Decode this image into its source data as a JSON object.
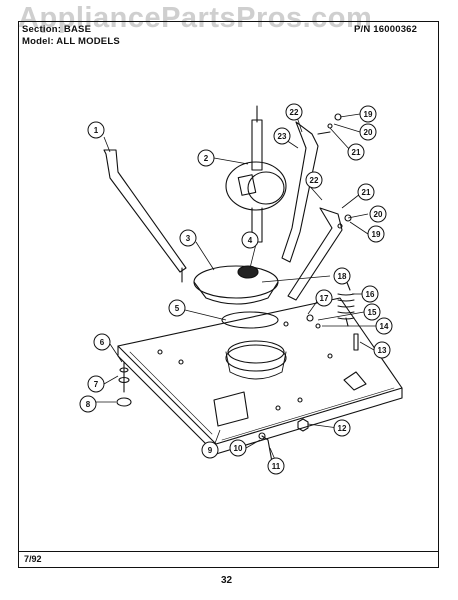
{
  "watermark": "AppliancePartsPros.com",
  "header": {
    "section": "Section: BASE",
    "model": "Model: ALL MODELS",
    "part_number": "P/N 16000362"
  },
  "footer": {
    "date": "7/92",
    "page_number": "32"
  },
  "callouts": [
    "1",
    "2",
    "3",
    "4",
    "5",
    "6",
    "7",
    "8",
    "9",
    "10",
    "11",
    "12",
    "13",
    "14",
    "15",
    "16",
    "17",
    "18",
    "19",
    "20",
    "21",
    "22",
    "23"
  ]
}
